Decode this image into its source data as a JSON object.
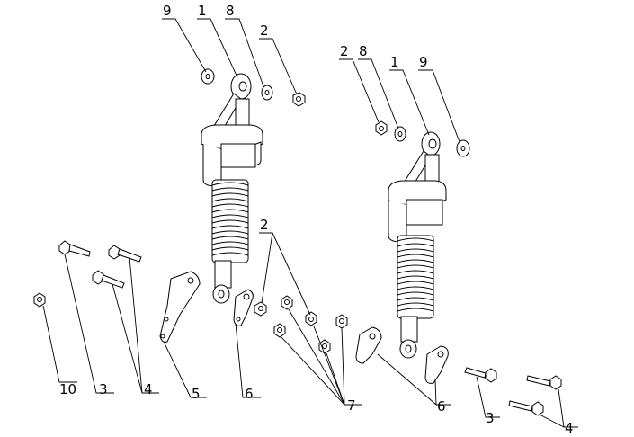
{
  "callouts": [
    {
      "id": "c9a",
      "text": "9"
    },
    {
      "id": "c1a",
      "text": "1"
    },
    {
      "id": "c8a",
      "text": "8"
    },
    {
      "id": "c2a",
      "text": "2"
    },
    {
      "id": "c2b",
      "text": "2"
    },
    {
      "id": "c8b",
      "text": "8"
    },
    {
      "id": "c1b",
      "text": "1"
    },
    {
      "id": "c9b",
      "text": "9"
    },
    {
      "id": "c2c",
      "text": "2"
    },
    {
      "id": "c10",
      "text": "10"
    },
    {
      "id": "c3a",
      "text": "3"
    },
    {
      "id": "c4a",
      "text": "4"
    },
    {
      "id": "c5",
      "text": "5"
    },
    {
      "id": "c6a",
      "text": "6"
    },
    {
      "id": "c7",
      "text": "7"
    },
    {
      "id": "c6b",
      "text": "6"
    },
    {
      "id": "c3b",
      "text": "3"
    },
    {
      "id": "c4b",
      "text": "4"
    }
  ]
}
